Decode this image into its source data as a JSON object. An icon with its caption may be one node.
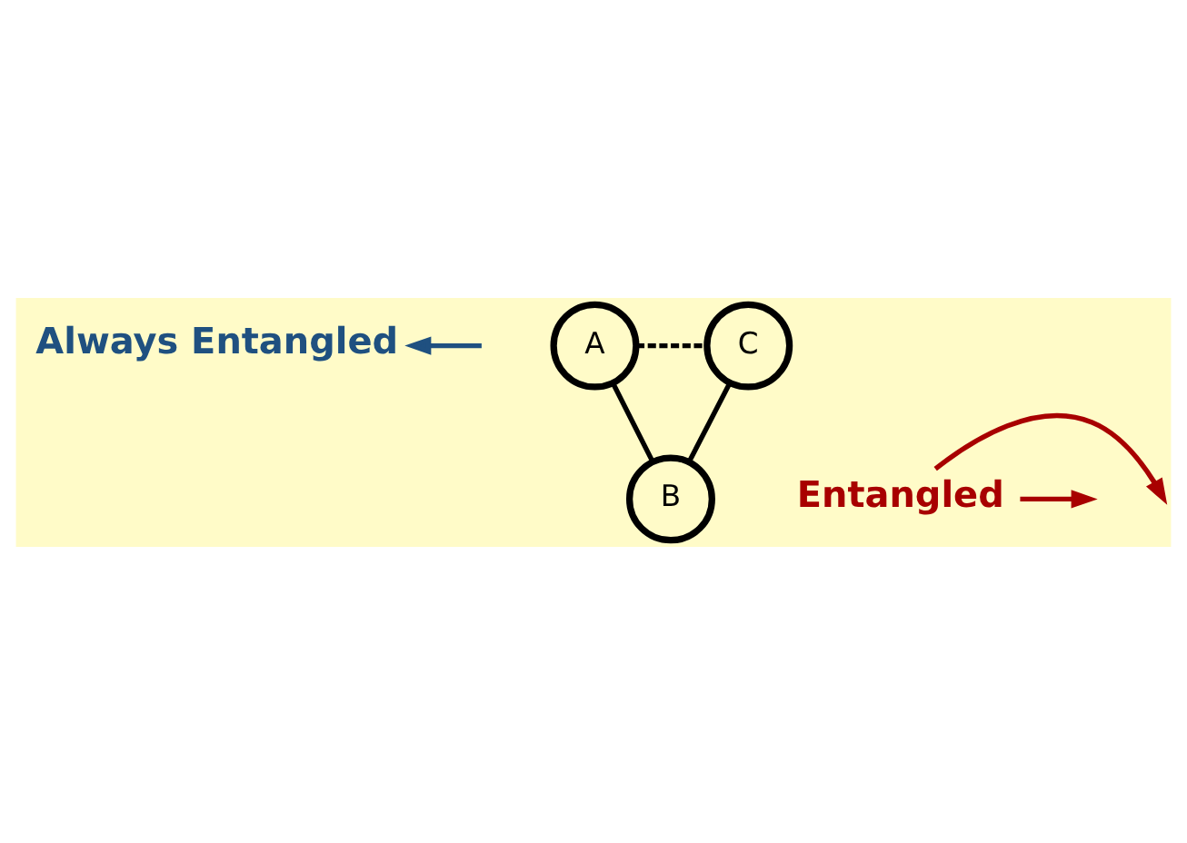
{
  "diagram": {
    "nodes": [
      {
        "text": [
          "Always Entangled"
        ]
      },
      {
        "text": [
          "A"
        ]
      },
      {
        "text": [
          "C"
        ]
      },
      {
        "text": [
          "B"
        ]
      },
      {
        "text": [
          "Entangled"
        ]
      }
    ],
    "edges": [
      {
        "from": null,
        "to": 0,
        "arrow": "to",
        "color": "#1f5080"
      },
      {
        "from": 1,
        "to": 2,
        "arrow": "none",
        "style": "dashed"
      },
      {
        "from": 1,
        "to": 3,
        "arrow": "none"
      },
      {
        "from": 2,
        "to": 3,
        "arrow": "none"
      },
      {
        "from": 4,
        "to": null,
        "arrow": "to",
        "color": "#a80000"
      },
      {
        "from": 4,
        "to": null,
        "arrow": "to",
        "color": "#a80000"
      }
    ]
  }
}
